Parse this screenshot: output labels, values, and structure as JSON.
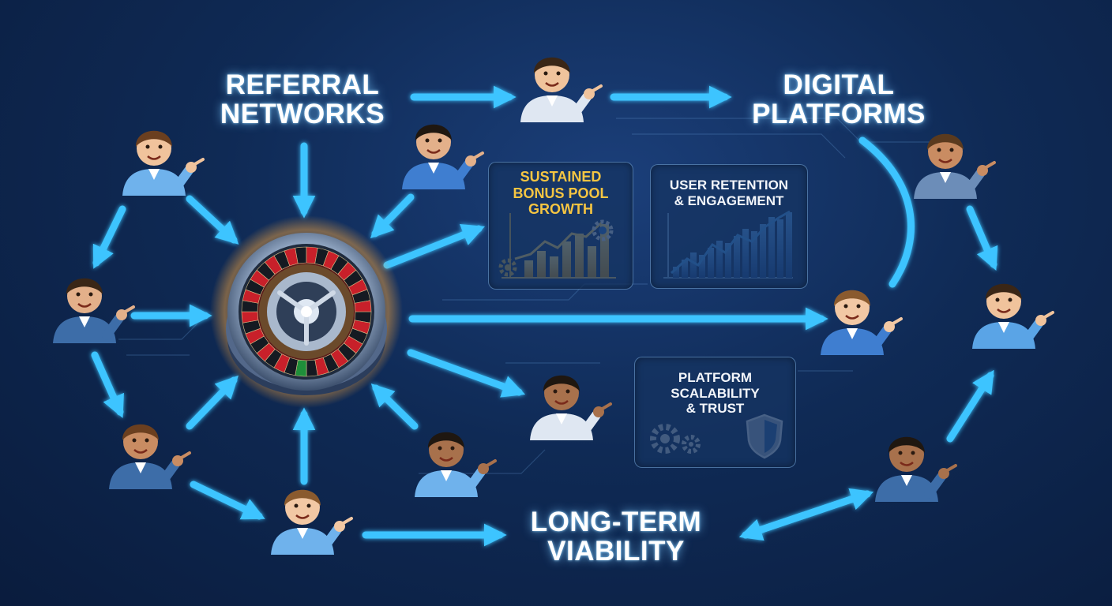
{
  "labels": {
    "referral": [
      "REFERRAL",
      "NETWORKS"
    ],
    "digital": [
      "DIGITAL",
      "PLATFORMS"
    ],
    "viability": [
      "LONG-TERM",
      "VIABILITY"
    ]
  },
  "panels": {
    "bonus": [
      "SUSTAINED",
      "BONUS POOL",
      "GROWTH"
    ],
    "retention": [
      "USER RETENTION",
      "& ENGAGEMENT"
    ],
    "scalability": [
      "PLATFORM",
      "SCALABILITY",
      "& TRUST"
    ]
  },
  "colors": {
    "arrow": "#3cc4ff",
    "gold": "#f5c542",
    "shirt": "#4a8fd6"
  },
  "icons": [
    "roulette-wheel-icon",
    "person-icon",
    "gear-icon",
    "shield-icon",
    "bar-chart-icon"
  ]
}
